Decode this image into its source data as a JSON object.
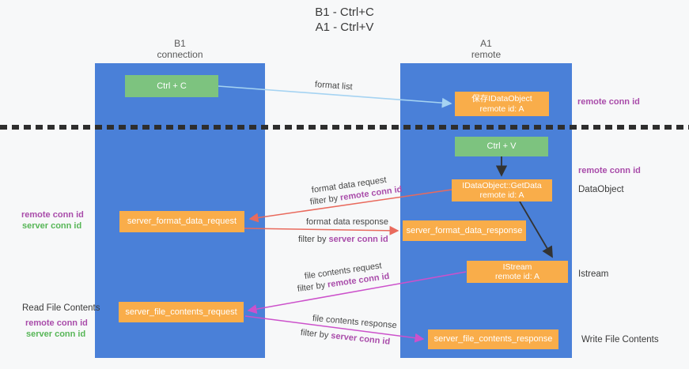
{
  "title": {
    "line1": "B1 - Ctrl+C",
    "line2": "A1 - Ctrl+V"
  },
  "columns": {
    "left": {
      "name": "B1",
      "role": "connection"
    },
    "right": {
      "name": "A1",
      "role": "remote"
    }
  },
  "boxes": {
    "ctrl_c": {
      "label": "Ctrl + C"
    },
    "save_idataobject": {
      "line1": "保存IDataObject",
      "line2": "remote id: A"
    },
    "ctrl_v": {
      "label": "Ctrl + V"
    },
    "getdata": {
      "line1": "IDataObject::GetData",
      "line2": "remote id: A"
    },
    "server_format_data_request": {
      "label": "server_format_data_request"
    },
    "server_format_data_response": {
      "label": "server_format_data_response"
    },
    "istream": {
      "line1": "IStream",
      "line2": "remote id: A"
    },
    "server_file_contents_request": {
      "label": "server_file_contents_request"
    },
    "server_file_contents_response": {
      "label": "server_file_contents_response"
    }
  },
  "flow_labels": {
    "format_list": "format list",
    "format_data_request": "format data request",
    "format_data_response": "format data response",
    "file_contents_request": "file contents request",
    "file_contents_response": "file contents response",
    "filter_by": "filter by ",
    "remote_conn_id": "remote conn id",
    "server_conn_id": "server conn id"
  },
  "side_labels": {
    "remote_conn_id": "remote conn id",
    "server_conn_id": "server conn id",
    "dataobject": "DataObject",
    "istream": "Istream",
    "read_file_contents": "Read File Contents",
    "write_file_contents": "Write File Contents"
  },
  "colors": {
    "bg": "#f7f8f9",
    "column_blue": "#4a80d8",
    "box_green": "#7dc37f",
    "box_orange": "#f9ad4a",
    "arrow_lightblue": "#a5d3f2",
    "arrow_red": "#e96a5d",
    "arrow_magenta": "#cc51cb",
    "arrow_black": "#333333",
    "text_purple": "#a94caa",
    "text_green": "#57b657"
  }
}
